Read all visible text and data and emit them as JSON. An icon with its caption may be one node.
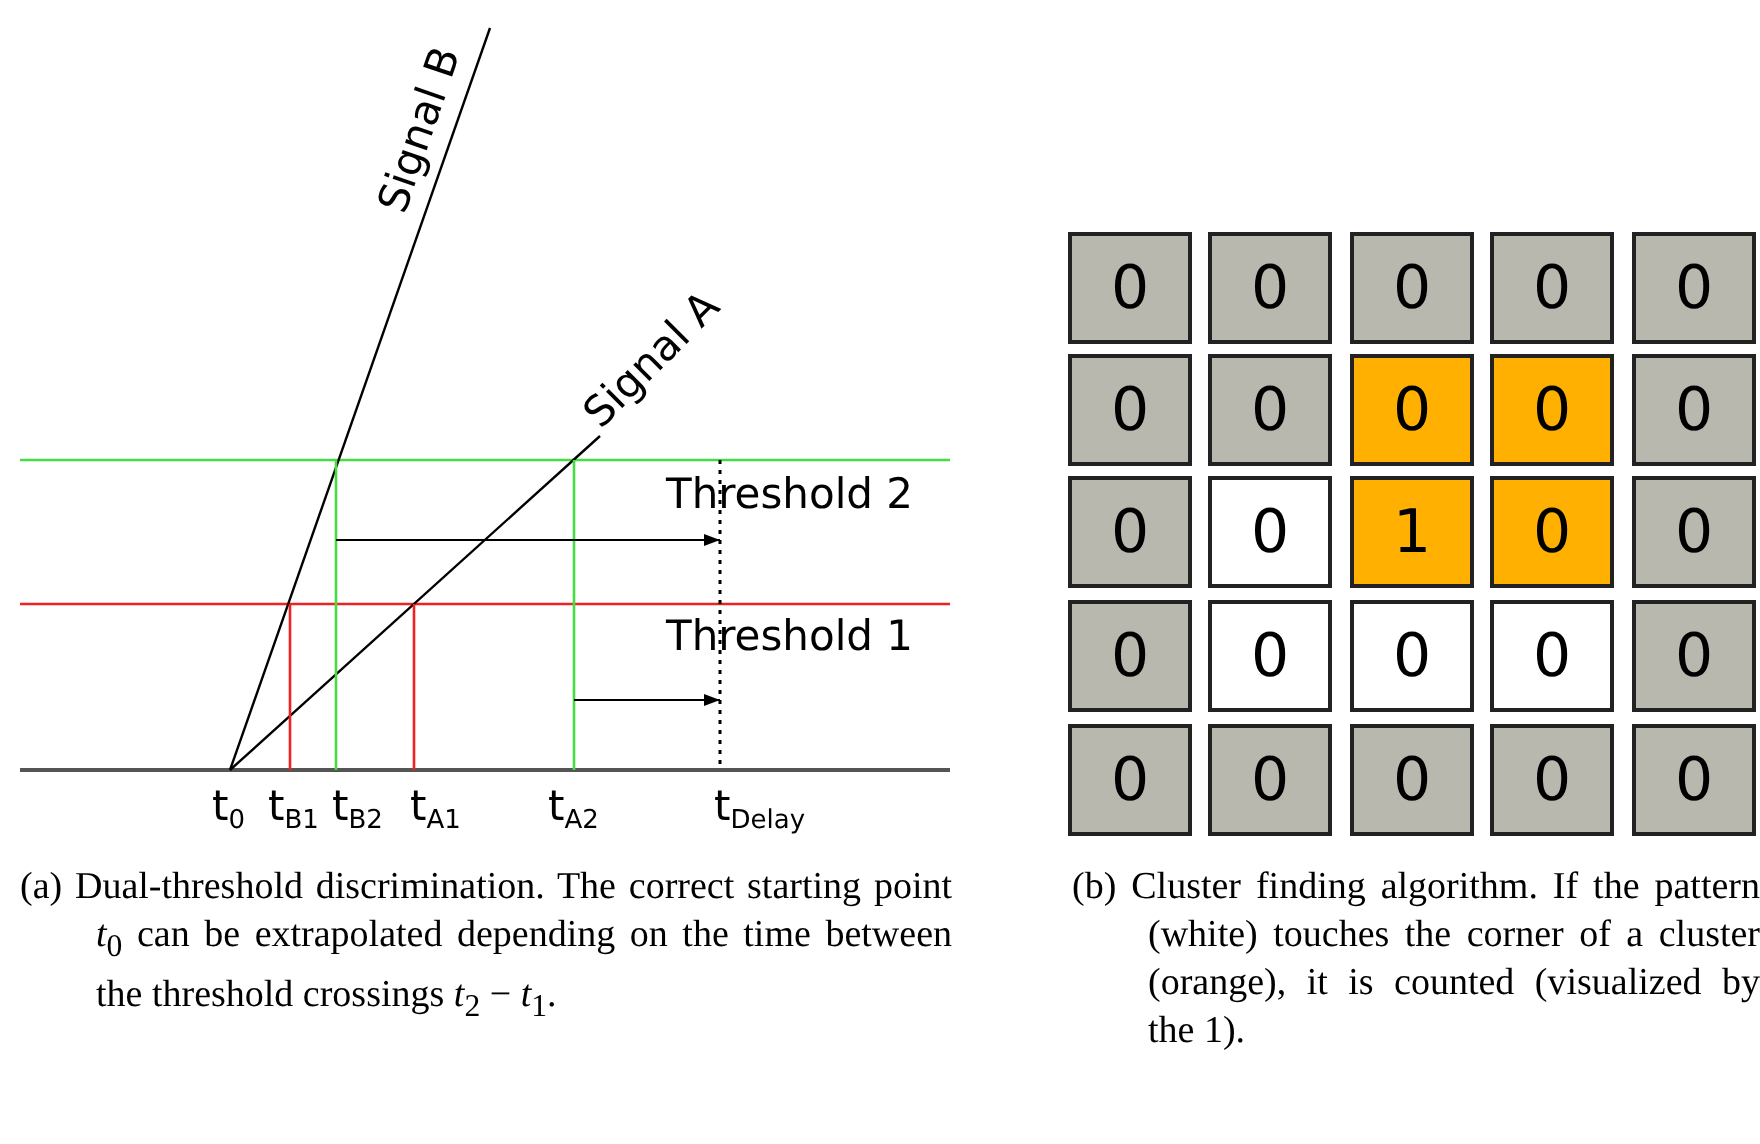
{
  "diagram": {
    "nodes": [
      {
        "text": [
          "0"
        ]
      },
      {
        "text": [
          "0"
        ]
      },
      {
        "text": [
          "0"
        ]
      },
      {
        "text": [
          "0"
        ]
      },
      {
        "text": [
          "0"
        ]
      },
      {
        "text": [
          "0"
        ]
      },
      {
        "text": [
          "0"
        ]
      },
      {
        "text": [
          "0"
        ]
      },
      {
        "text": [
          "0"
        ]
      },
      {
        "text": [
          "0"
        ]
      },
      {
        "text": [
          "0"
        ]
      },
      {
        "text": [
          "0"
        ]
      },
      {
        "text": [
          "1"
        ]
      },
      {
        "text": [
          "0"
        ]
      },
      {
        "text": [
          "0"
        ]
      },
      {
        "text": [
          "0"
        ]
      },
      {
        "text": [
          "0"
        ]
      },
      {
        "text": [
          "0"
        ]
      },
      {
        "text": [
          "0"
        ]
      },
      {
        "text": [
          "0"
        ]
      },
      {
        "text": [
          "0"
        ]
      },
      {
        "text": [
          "0"
        ]
      },
      {
        "text": [
          "0"
        ]
      },
      {
        "text": [
          "0"
        ]
      },
      {
        "text": [
          "0"
        ]
      }
    ],
    "labels": [
      "Signal B",
      "Signal A",
      "Threshold 2",
      "Threshold 1",
      "t$_{0}$",
      "t$_{B1}$",
      "t$_{B2}$",
      "t$_{A1}$",
      "t$_{A2}$",
      "t$_{Delay}$",
      "(a) Dual-threshold discrimination. The correct starting point *t*$_{0}$ can be extrapolated depending on the time between the threshold crossings *t*$_{2}$ − *t*$_{1}$.",
      "(b) Cluster finding algorithm. If the pattern (white) touches the corner of a cluster (orange), it is counted (visualized by the 1)."
    ]
  }
}
